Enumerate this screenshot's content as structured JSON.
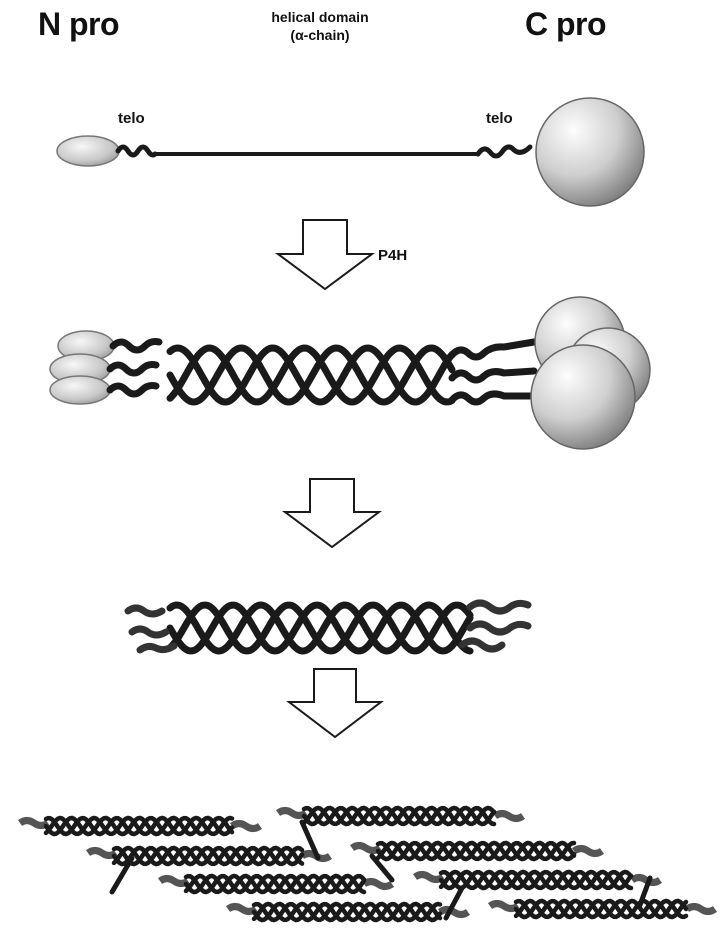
{
  "labels": {
    "n_pro": "N pro",
    "helical_domain": "helical domain",
    "alpha_chain": "(α-chain)",
    "c_pro": "C pro",
    "telo_left": "telo",
    "telo_right": "telo",
    "enzyme": "P4H"
  },
  "colors": {
    "strand": "#1a1a1a",
    "arrow_fill": "#ffffff",
    "globule_light": "#f4f4f4",
    "globule_dark": "#8c8c8c"
  },
  "stages": [
    "procollagen-single-chain",
    "procollagen-triple-helix",
    "tropocollagen",
    "fibril"
  ]
}
